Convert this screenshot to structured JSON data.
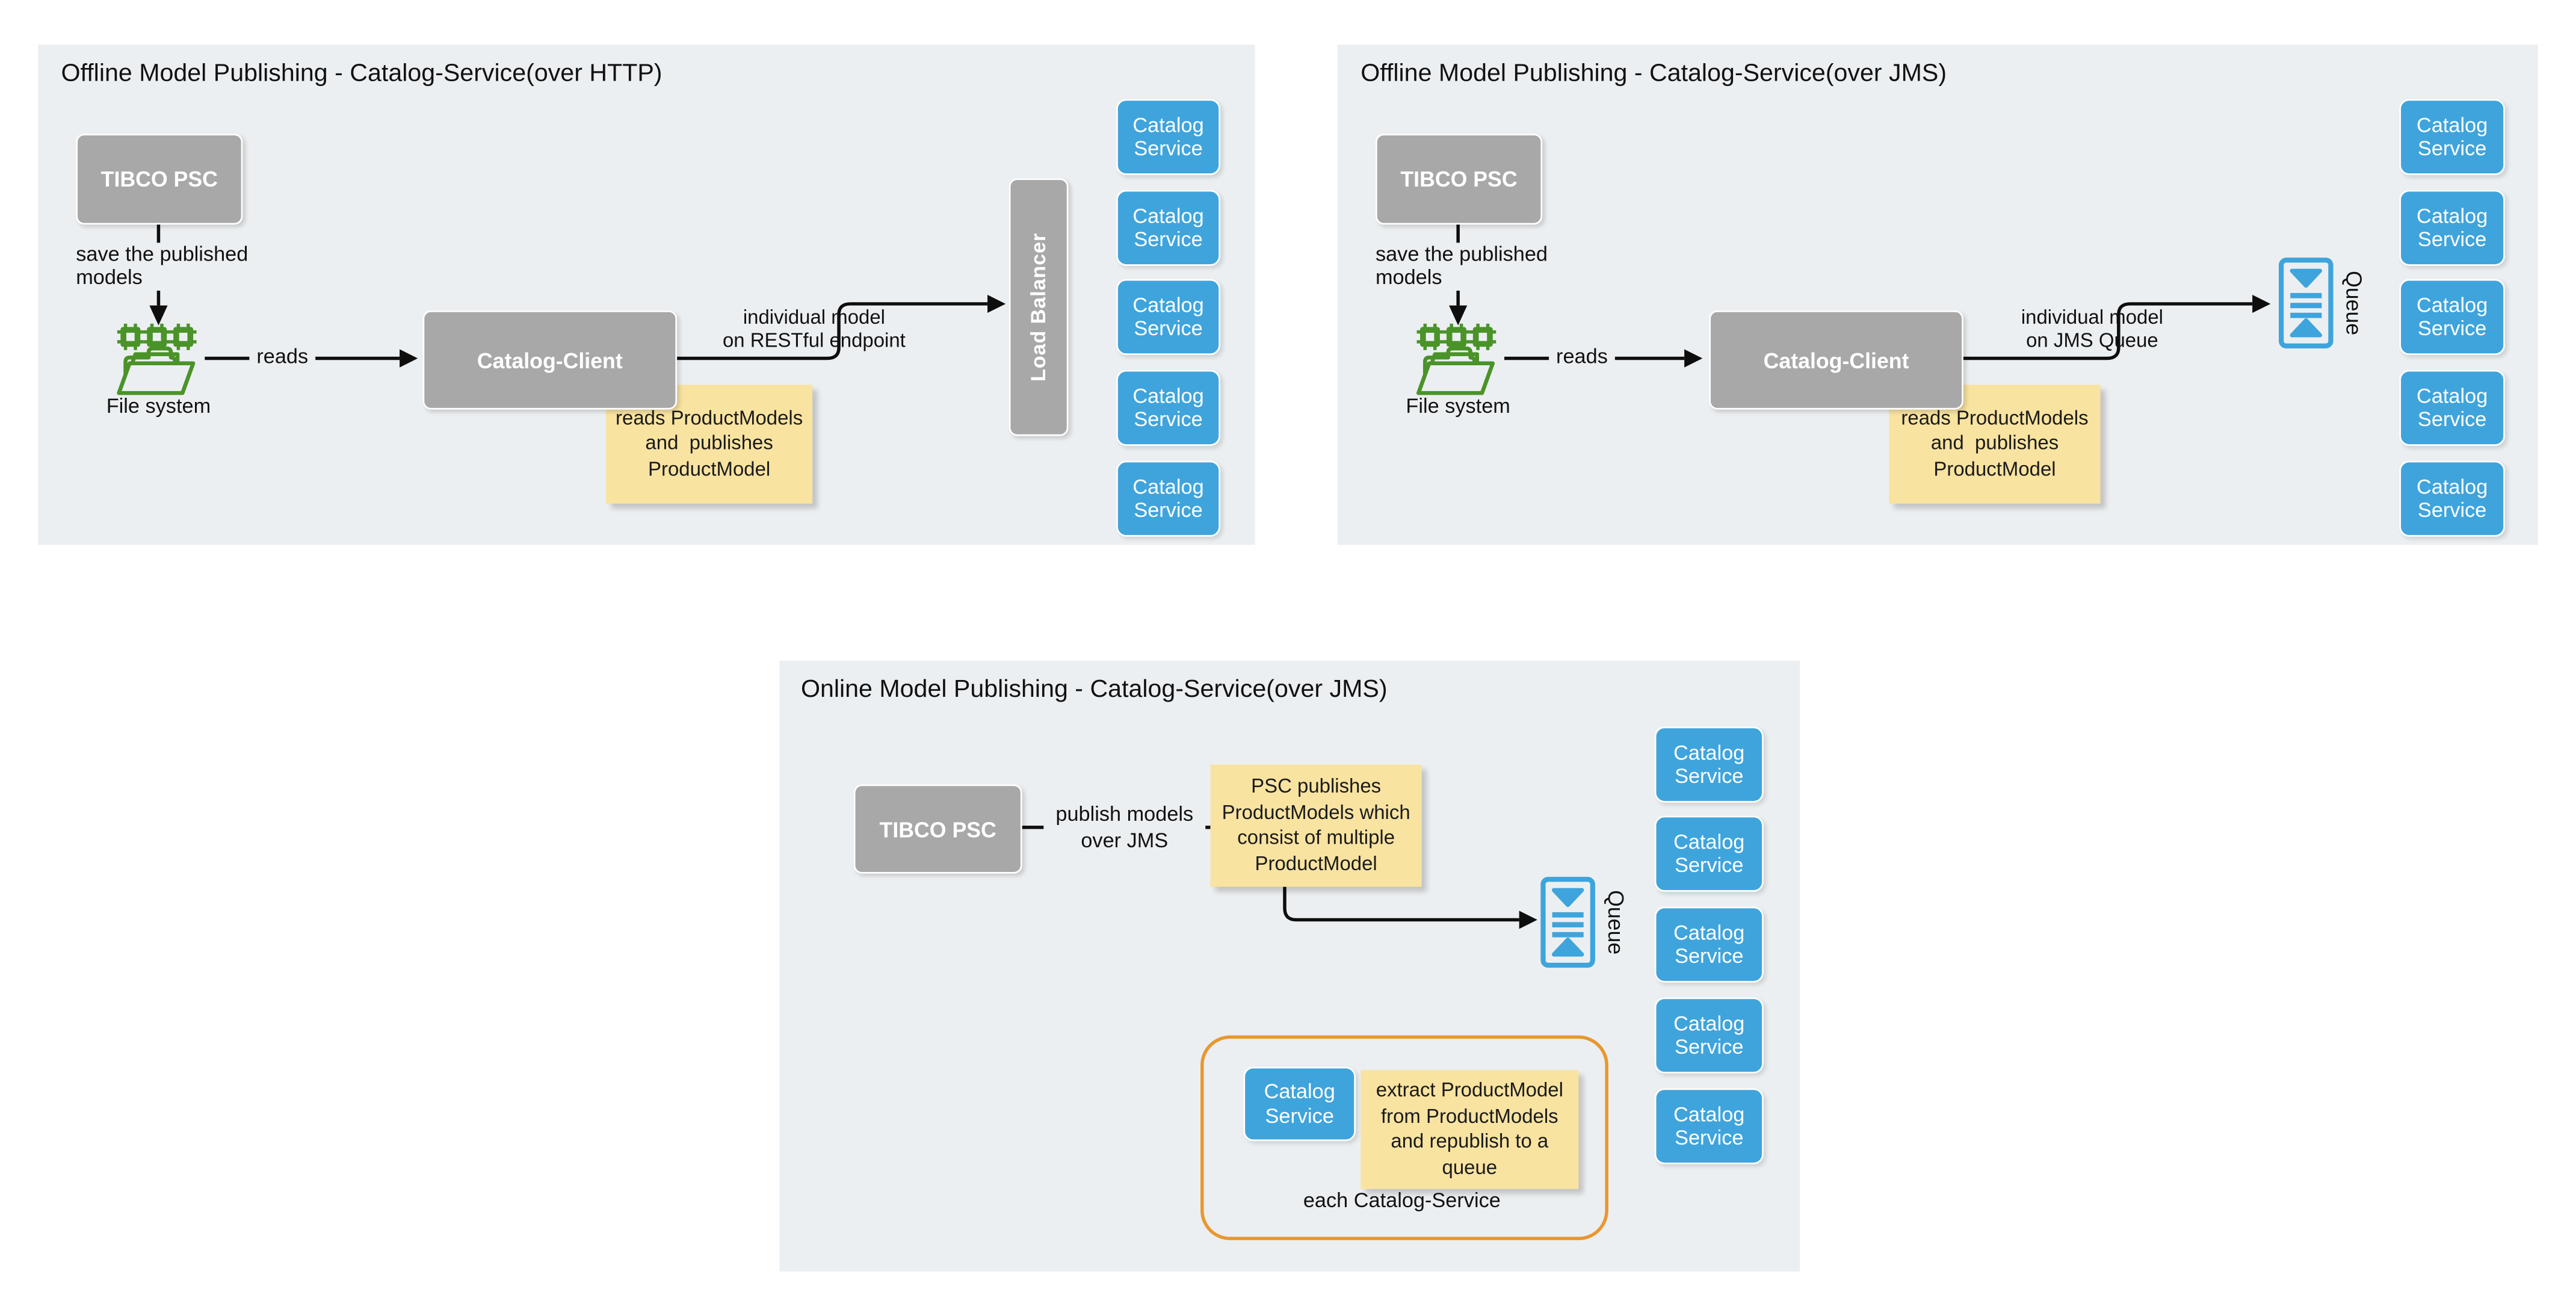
{
  "colors": {
    "panel_bg": "#ECEFF1",
    "box_gray": "#A8A8A8",
    "service_blue": "#3FA4DC",
    "note_yellow": "#F8E3A1",
    "group_orange": "#E8972F",
    "icon_green": "#4A9329",
    "line_dark": "#0E0E0E"
  },
  "panels": {
    "http": {
      "title": "Offline Model Publishing - Catalog-Service(over HTTP)",
      "tibco_label": "TIBCO PSC",
      "save_label": "save the published\nmodels",
      "file_system_label": "File system",
      "reads_label": "reads",
      "client_label": "Catalog-Client",
      "note": "reads ProductModels\nand  publishes\nProductModel",
      "connector_label": "individual model\non RESTful endpoint",
      "load_balancer_label": "Load Balancer",
      "services": [
        "Catalog\nService",
        "Catalog\nService",
        "Catalog\nService",
        "Catalog\nService",
        "Catalog\nService"
      ]
    },
    "jms": {
      "title": "Offline Model Publishing - Catalog-Service(over JMS)",
      "tibco_label": "TIBCO PSC",
      "save_label": "save the published\nmodels",
      "file_system_label": "File system",
      "reads_label": "reads",
      "client_label": "Catalog-Client",
      "note": "reads ProductModels\nand  publishes\nProductModel",
      "connector_label": "individual model\non JMS Queue",
      "queue_label": "Queue",
      "services": [
        "Catalog\nService",
        "Catalog\nService",
        "Catalog\nService",
        "Catalog\nService",
        "Catalog\nService"
      ]
    },
    "online": {
      "title": "Online Model Publishing - Catalog-Service(over JMS)",
      "tibco_label": "TIBCO PSC",
      "publish_label": "publish models\nover JMS",
      "note": "PSC publishes\nProductModels which\nconsist of multiple\nProductModel",
      "queue_label": "Queue",
      "group": {
        "service_label": "Catalog\nService",
        "note": "extract ProductModel\nfrom ProductModels\nand republish to a\nqueue",
        "label": "each Catalog-Service"
      },
      "services": [
        "Catalog\nService",
        "Catalog\nService",
        "Catalog\nService",
        "Catalog\nService",
        "Catalog\nService"
      ]
    }
  }
}
